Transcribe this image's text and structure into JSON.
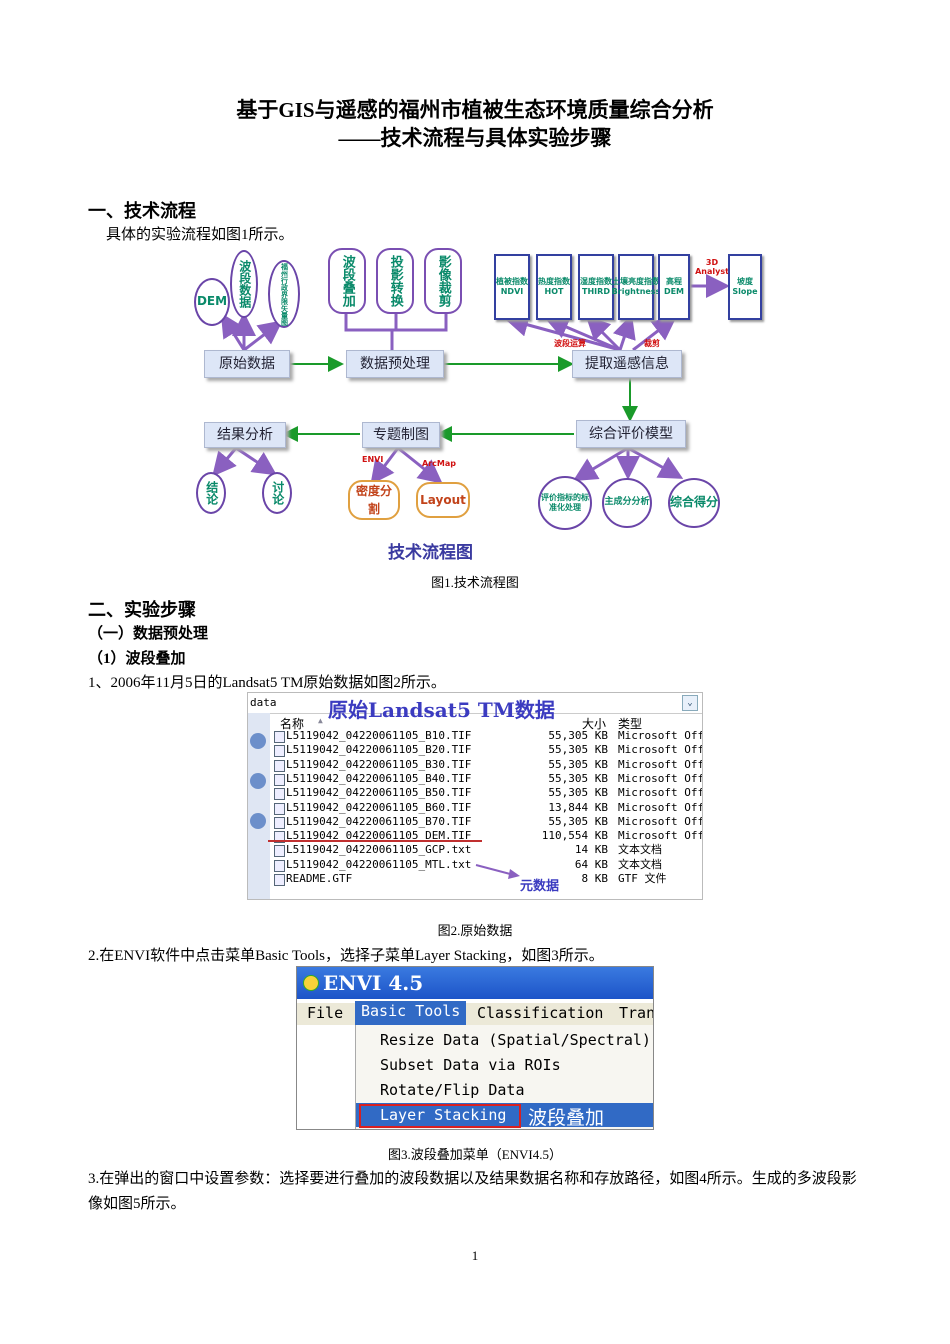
{
  "title_line1": "基于GIS与遥感的福州市植被生态环境质量综合分析",
  "title_line2": "——技术流程与具体实验步骤",
  "section1_heading": "一、技术流程",
  "section1_text": "具体的实验流程如图1所示。",
  "flowchart": {
    "chart_title": "技术流程图",
    "main_nodes": {
      "raw_data": "原始数据",
      "preprocess": "数据预处理",
      "extract": "提取遥感信息",
      "model": "综合评价模型",
      "mapping": "专题制图",
      "result": "结果分析"
    },
    "raw_inputs": {
      "dem": "DEM",
      "band_data": "波段数据",
      "boundary": "福州行政界限矢量图"
    },
    "pre_steps": [
      "波段叠加",
      "投影转换",
      "影像裁剪"
    ],
    "indices": [
      "植被指数NDVI",
      "热度指数HOT",
      "湿度指数THIRD",
      "土壤亮度指数Brightness",
      "高程DEM"
    ],
    "analyst_label": "3D Analyst",
    "slope_label": "坡度Slope",
    "band_calc_label": "波段运算",
    "clip_label": "裁剪",
    "model_outputs": [
      "评价指标的标准化处理",
      "主成分分析",
      "综合得分"
    ],
    "envi_label": "ENVI",
    "arcmap_label": "ArcMap",
    "mapping_outputs": [
      "密度分割",
      "Layout"
    ],
    "result_outputs": [
      "结论",
      "讨论"
    ]
  },
  "fig1_caption": "图1.技术流程图",
  "section2_heading": "二、实验步骤",
  "sub1_heading": "（一）数据预处理",
  "sub2_heading": "（1）波段叠加",
  "para1": "1、2006年11月5日的Landsat5 TM原始数据如图2所示。",
  "explorer": {
    "address": "data",
    "overlay_title": "原始Landsat5 TM数据",
    "col_name": "名称",
    "col_size": "大小",
    "col_type": "类型",
    "files": [
      {
        "name": "L5119042_04220061105_B10.TIF",
        "size": "55,305 KB",
        "type": "Microsoft Off"
      },
      {
        "name": "L5119042_04220061105_B20.TIF",
        "size": "55,305 KB",
        "type": "Microsoft Off"
      },
      {
        "name": "L5119042_04220061105_B30.TIF",
        "size": "55,305 KB",
        "type": "Microsoft Off"
      },
      {
        "name": "L5119042_04220061105_B40.TIF",
        "size": "55,305 KB",
        "type": "Microsoft Off"
      },
      {
        "name": "L5119042_04220061105_B50.TIF",
        "size": "55,305 KB",
        "type": "Microsoft Off"
      },
      {
        "name": "L5119042_04220061105_B60.TIF",
        "size": "13,844 KB",
        "type": "Microsoft Off"
      },
      {
        "name": "L5119042_04220061105_B70.TIF",
        "size": "55,305 KB",
        "type": "Microsoft Off"
      },
      {
        "name": "L5119042_04220061105_DEM.TIF",
        "size": "110,554 KB",
        "type": "Microsoft Off"
      },
      {
        "name": "L5119042_04220061105_GCP.txt",
        "size": "14 KB",
        "type": "文本文档"
      },
      {
        "name": "L5119042_04220061105_MTL.txt",
        "size": "64 KB",
        "type": "文本文档"
      },
      {
        "name": "README.GTF",
        "size": "8 KB",
        "type": "GTF 文件"
      }
    ],
    "metadata_label": "元数据"
  },
  "fig2_caption": "图2.原始数据",
  "para2": "2.在ENVI软件中点击菜单Basic Tools，选择子菜单Layer Stacking，如图3所示。",
  "envi": {
    "title": "ENVI 4.5",
    "menubar": [
      "File",
      "Basic Tools",
      "Classification",
      "Tran"
    ],
    "menu_items": [
      "Resize Data (Spatial/Spectral)",
      "Subset Data via ROIs",
      "Rotate/Flip Data",
      "Layer Stacking"
    ],
    "annotation": "波段叠加"
  },
  "fig3_caption": "图3.波段叠加菜单（ENVI4.5）",
  "para3": "3.在弹出的窗口中设置参数：选择要进行叠加的波段数据以及结果数据名称和存放路径，如图4所示。生成的多波段影像如图5所示。",
  "page_number": "1"
}
